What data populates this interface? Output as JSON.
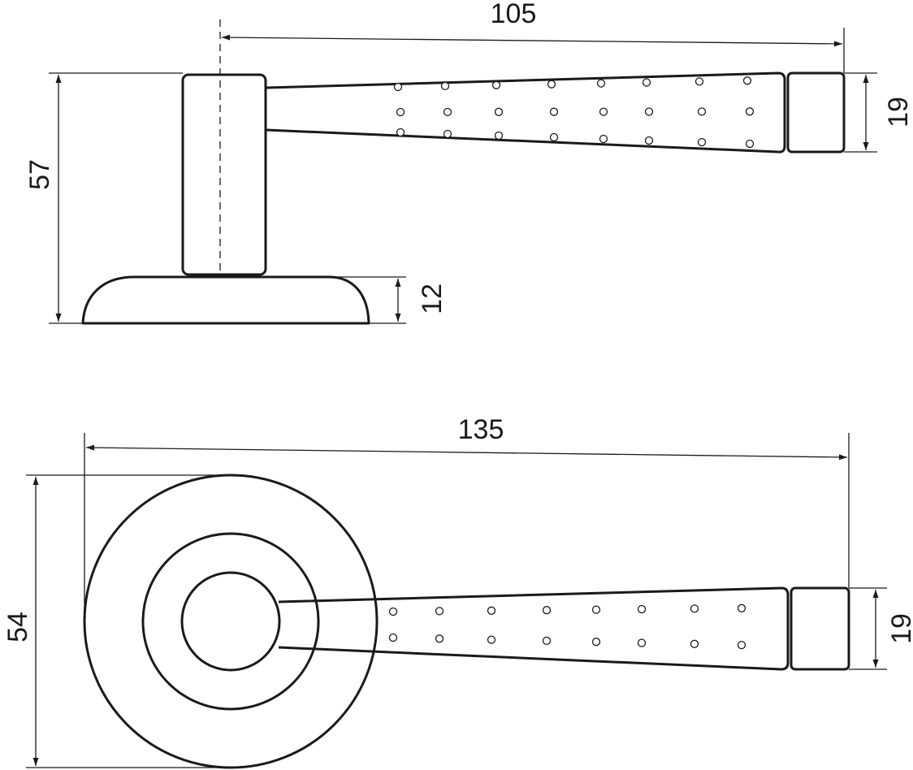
{
  "side_view": {
    "dimensions": {
      "lever_length": "105",
      "total_height": "57",
      "end_cap_height": "19",
      "rose_height": "12"
    }
  },
  "top_view": {
    "dimensions": {
      "total_length": "135",
      "rose_diameter": "54",
      "end_cap_width": "19"
    }
  }
}
